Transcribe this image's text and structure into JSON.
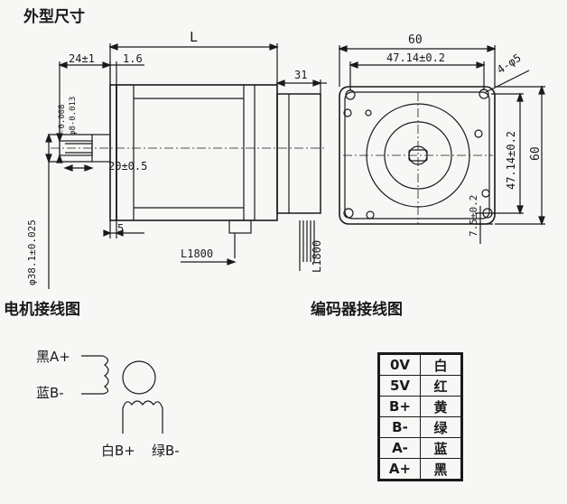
{
  "titles": {
    "outline": "外型尺寸",
    "motor_wiring": "电机接线图",
    "encoder_wiring": "编码器接线图"
  },
  "dims": {
    "L": "L",
    "d24": "24±1",
    "d16": "1.6",
    "d31": "31",
    "tol1": "-0.008",
    "tol2": "φ8-0.013",
    "d20": "20±0.5",
    "d5": "5",
    "d381": "φ38.1±0.025",
    "L1800a": "L1800",
    "L1800b": "L1800",
    "d60top": "60",
    "d4714top": "47.14±0.2",
    "d4phi5": "4-φ5",
    "d4714right": "47.14±0.2",
    "d60right": "60",
    "d75": "7.5±0.2"
  },
  "motor": {
    "a_plus": "黑A+",
    "b_minus": "蓝B-",
    "b_plus": "白B+",
    "b_minus2": "绿B-"
  },
  "encoder_table": [
    {
      "signal": "0V",
      "color": "白"
    },
    {
      "signal": "5V",
      "color": "红"
    },
    {
      "signal": "B+",
      "color": "黄"
    },
    {
      "signal": "B-",
      "color": "绿"
    },
    {
      "signal": "A-",
      "color": "蓝"
    },
    {
      "signal": "A+",
      "color": "黑"
    }
  ]
}
